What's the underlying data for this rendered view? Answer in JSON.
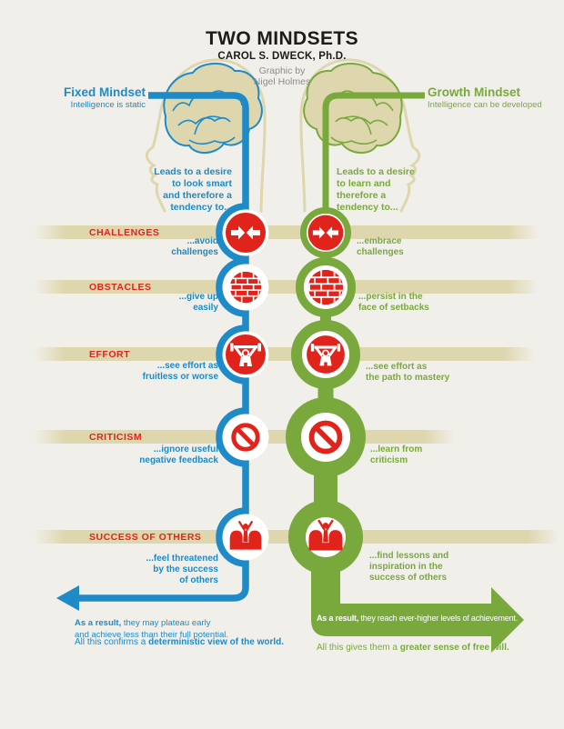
{
  "header": {
    "title": "TWO MINDSETS",
    "author": "CAROL S. DWECK, Ph.D.",
    "credit": "Graphic by\nNigel Holmes"
  },
  "fixed_mindset": {
    "label": "Fixed Mindset",
    "sublabel": "Intelligence is static",
    "desire": "Leads to a desire\nto look smart\nand therefore a\ntendency to...",
    "result_lead": "As a result,",
    "result_text": " they may plateau early\nand achieve less than their full potential.",
    "conclusion_text": "All this confirms a ",
    "conclusion_bold": "deterministic view of the world."
  },
  "growth_mindset": {
    "label": "Growth Mindset",
    "sublabel": "Intelligence can be developed",
    "desire": "Leads to a desire\nto learn and\ntherefore a\ntendency to...",
    "result_lead": "As a result,",
    "result_text": " they reach ever-higher levels of achievement.",
    "conclusion_text": "All this gives them a ",
    "conclusion_bold": "greater sense of free will."
  },
  "rows": [
    {
      "label": "CHALLENGES",
      "icon": "collision-arrows-icon",
      "fixed_text": "...avoid\nchallenges",
      "growth_text": "...embrace\nchallenges"
    },
    {
      "label": "OBSTACLES",
      "icon": "brick-wall-icon",
      "fixed_text": "...give up\neasily",
      "growth_text": "...persist in the\nface of setbacks"
    },
    {
      "label": "EFFORT",
      "icon": "weightlifter-icon",
      "fixed_text": "...see effort as\nfruitless or worse",
      "growth_text": "...see effort as\nthe path to mastery"
    },
    {
      "label": "CRITICISM",
      "icon": "prohibition-icon",
      "fixed_text": "...ignore useful\nnegative feedback",
      "growth_text": "...learn from\ncriticism"
    },
    {
      "label": "SUCCESS OF OTHERS",
      "icon": "winner-figure-icon",
      "fixed_text": "...feel threatened\nby the success\nof others",
      "growth_text": "...find lessons and\ninspiration in the\nsuccess of others"
    }
  ],
  "colors": {
    "background": "#f1efe9",
    "fixed_blue": "#1e8ac8",
    "growth_green": "#79a93d",
    "accent_red": "#e1241b",
    "band_tan": "#ded6ad",
    "credit_gray": "#8d8d86"
  }
}
